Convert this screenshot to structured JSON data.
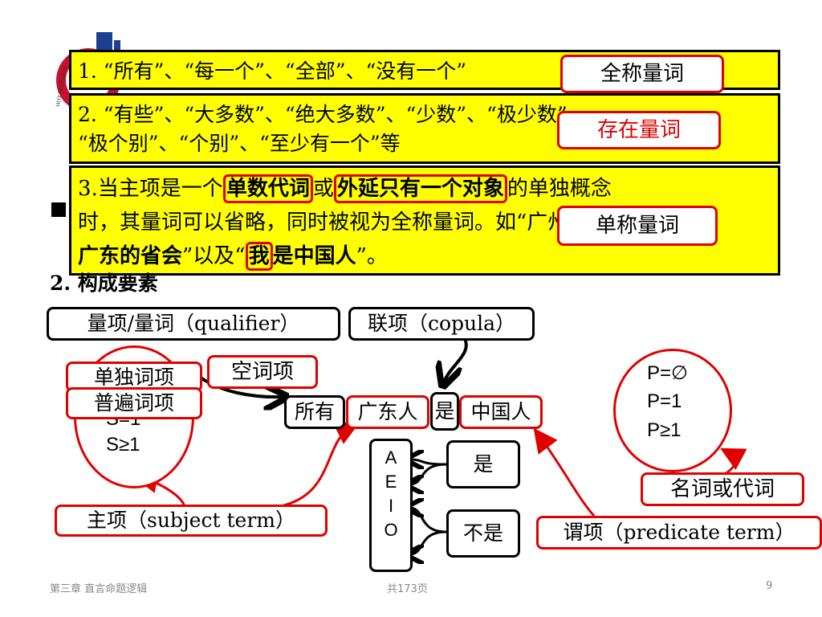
{
  "logo": {
    "text": "HOT RESEARCH"
  },
  "box1": {
    "text": "1. “所有”、“每一个”、“全部”、“没有一个”"
  },
  "box1_tag": "全称量词",
  "box2": {
    "line1": "2. “有些”、“大多数”、“绝大多数”、“少数”、“极少数”",
    "line2": "“极个别”、“个别”、“至少有一个”等"
  },
  "box2_tag": "存在量词",
  "box3": {
    "p1": "3.当主项是一个",
    "hl1": "单数代词",
    "p2": "或",
    "hl2": "外延只有一个对象",
    "p3": "的单独概念",
    "p4": "时，其量词可以省略，同时被视为全称量词。如“广州是",
    "p5": "广东的省会",
    "p6": "”以及“",
    "hl3": "我",
    "p7": "是中国人",
    "p8": "”。"
  },
  "box3_tag": "单称量词",
  "section_title": "2.  构成要素",
  "qualifier_box": "量项/量词（qualifier）",
  "copula_box": "联项（copula）",
  "left_circle": {
    "line1": "单独词项",
    "line2": "普遍词项",
    "s1": "S=1",
    "s2": "S≥1"
  },
  "empty_term": "空词项",
  "sentence": {
    "w1": "所有",
    "w2": "广东人",
    "w3": "是",
    "w4": "中国人"
  },
  "aeio": [
    "A",
    "E",
    "I",
    "O"
  ],
  "is_box": "是",
  "not_box": "不是",
  "right_circle": {
    "l1": "P=∅",
    "l2": "P=1",
    "l3": "P≥1"
  },
  "noun_pronoun": "名词或代词",
  "subject_term": "主项（subject term）",
  "predicate_term": "谓项（predicate term）",
  "footer": {
    "chapter": "第三章 直言命题逻辑",
    "pages": "共173页",
    "page_no": "9"
  }
}
